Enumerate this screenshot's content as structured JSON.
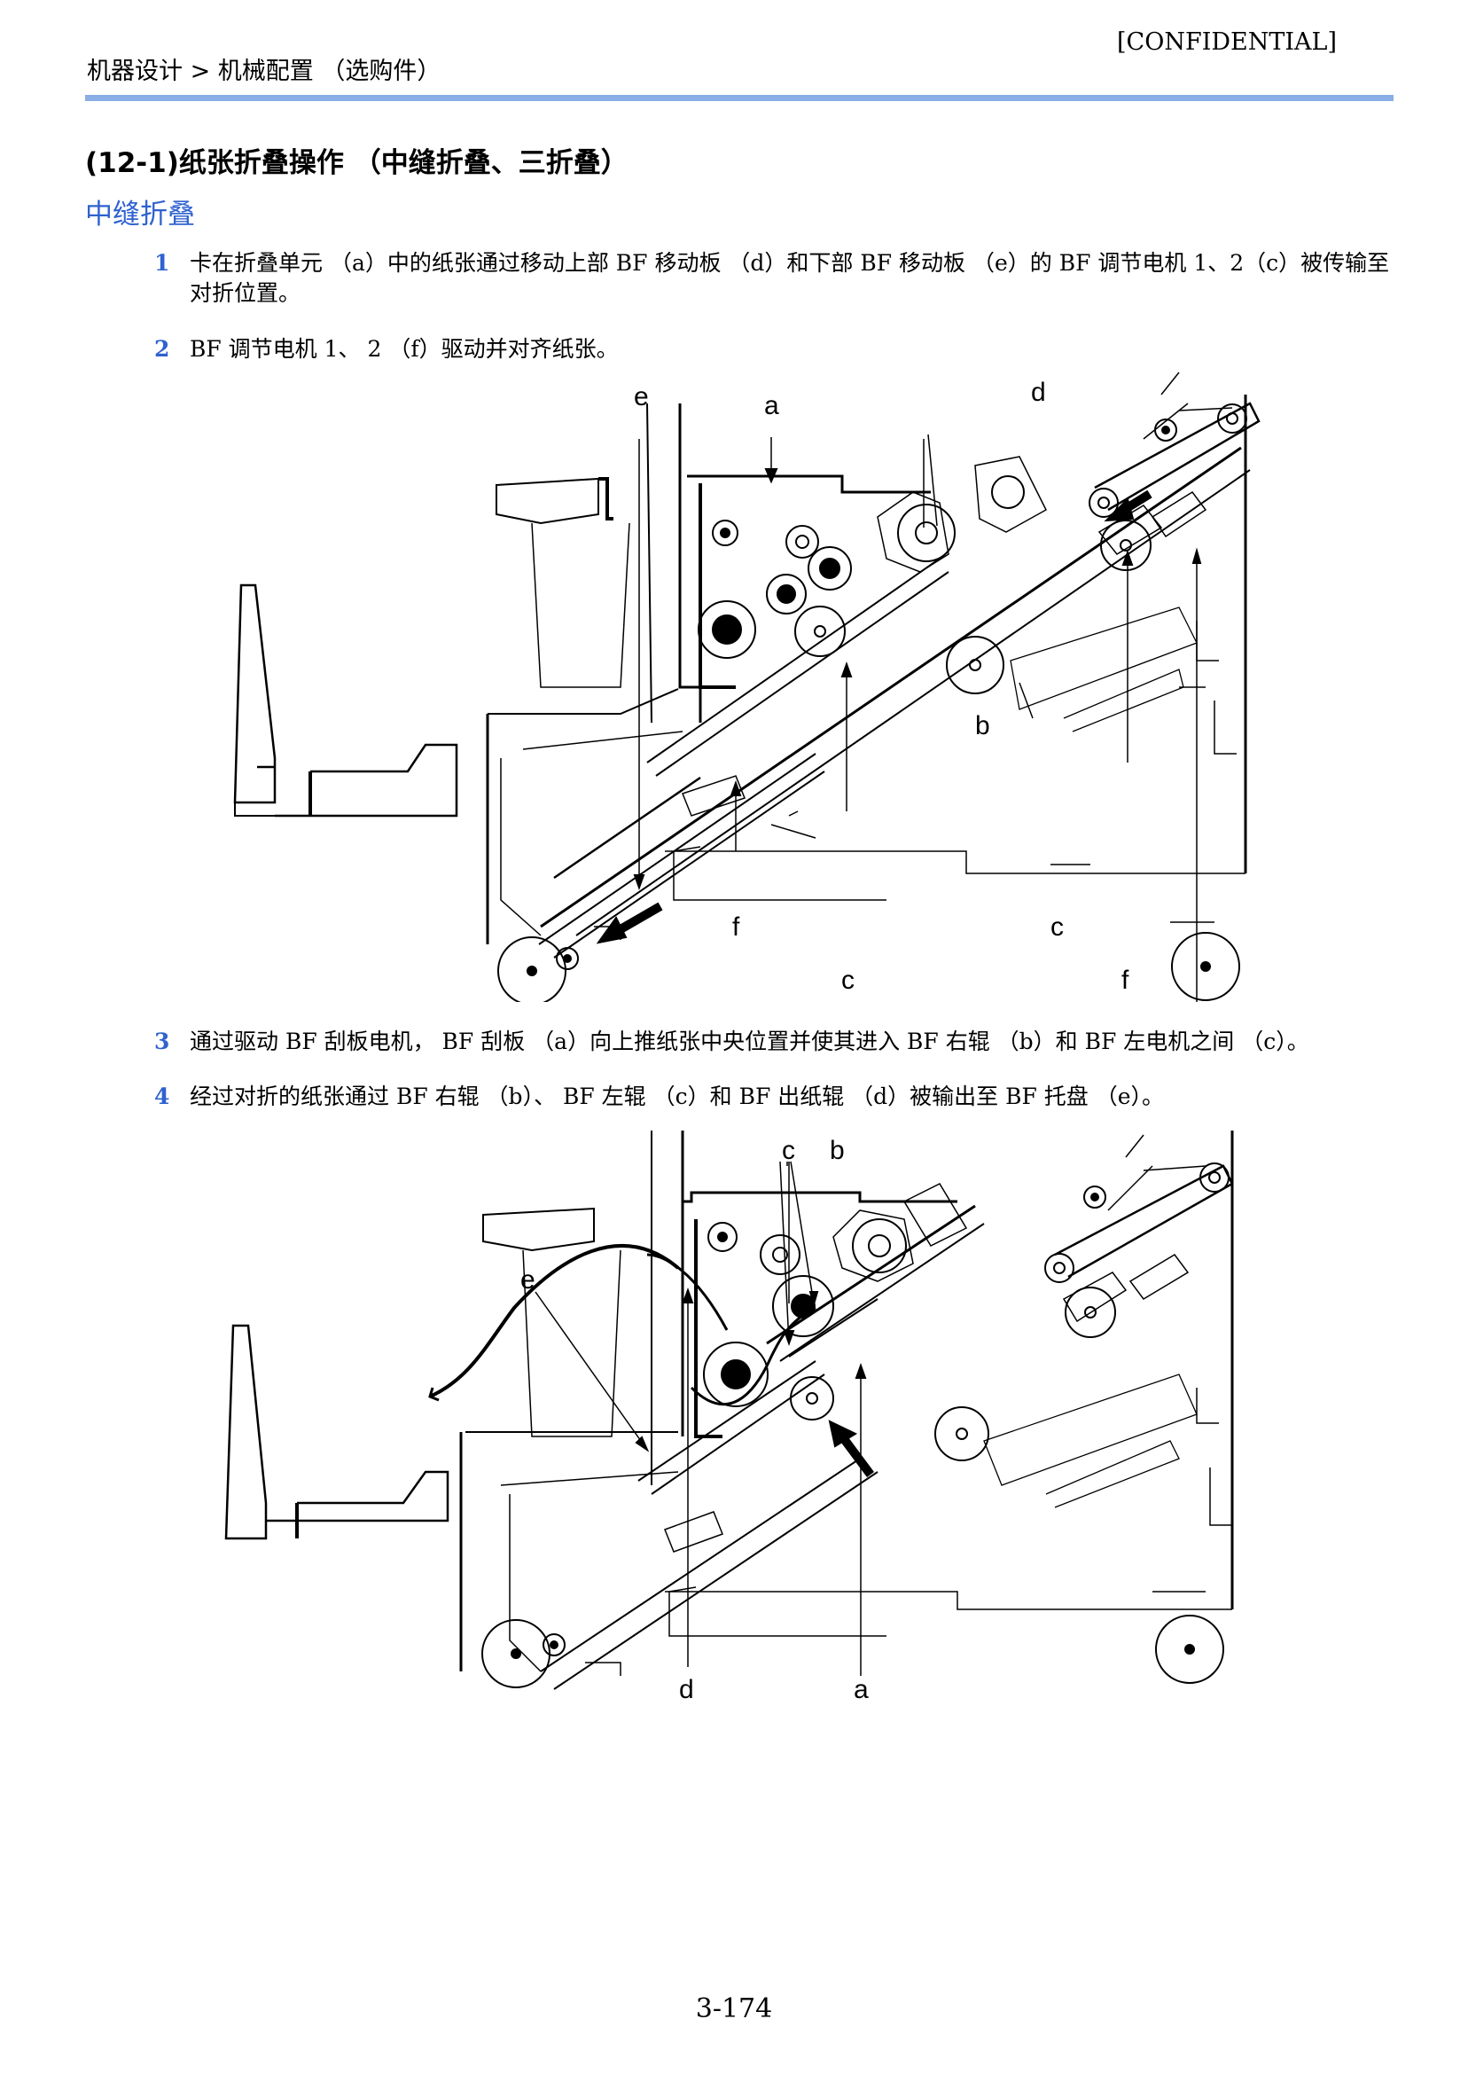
{
  "header": {
    "confidential": "[CONFIDENTIAL]",
    "breadcrumb": "机器设计 > 机械配置 （选购件）"
  },
  "section": {
    "title": "(12-1)纸张折叠操作 （中缝折叠、三折叠）",
    "subtitle": "中缝折叠"
  },
  "steps": [
    {
      "num": "1",
      "text": "卡在折叠单元 （a）中的纸张通过移动上部 BF 移动板 （d）和下部 BF 移动板 （e）的 BF 调节电机 1、2（c）被传输至对折位置。"
    },
    {
      "num": "2",
      "text": "BF 调节电机 1、 2 （f）驱动并对齐纸张。"
    },
    {
      "num": "3",
      "text": "通过驱动 BF 刮板电机， BF 刮板 （a）向上推纸张中央位置并使其进入 BF 右辊 （b）和 BF 左电机之间 （c）。"
    },
    {
      "num": "4",
      "text": "经过对折的纸张通过 BF 右辊 （b）、 BF 左辊 （c）和 BF 出纸辊 （d）被输出至 BF 托盘 （e）。"
    }
  ],
  "figure1": {
    "labels": {
      "e": "e",
      "a": "a",
      "d": "d",
      "b": "b",
      "f1": "f",
      "c1": "c",
      "c2": "c",
      "f2": "f"
    }
  },
  "figure2": {
    "labels": {
      "c": "c",
      "b": "b",
      "e": "e",
      "d": "d",
      "a": "a"
    }
  },
  "footer": {
    "page_number": "3-174"
  },
  "colors": {
    "accent": "#2f62cf",
    "rule": "#8aaee6"
  }
}
